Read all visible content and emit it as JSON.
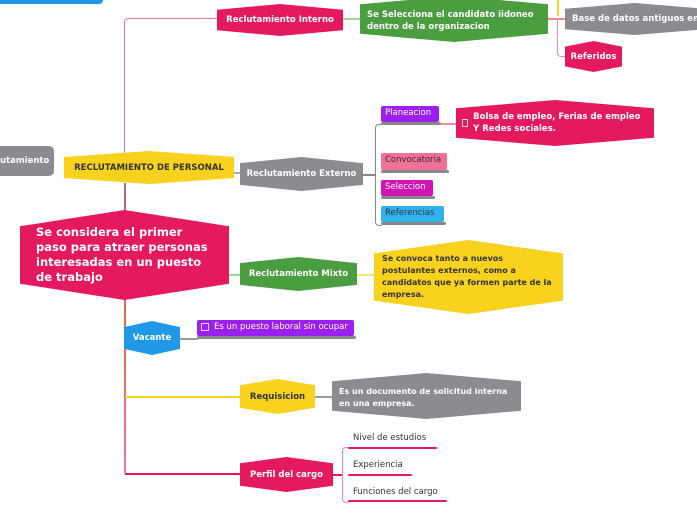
{
  "root": {
    "label": "RECLUTAMIENTO DE PERSONAL"
  },
  "left_partial": {
    "label": "utamiento"
  },
  "definition": {
    "label": "Se considera el primer paso para atraer personas interesadas en un puesto de trabajo"
  },
  "interno": {
    "label": "Reclutamiento Interno",
    "desc": "Se Selecciona el candidato iidoneo dentro de la  organizacion",
    "children": [
      "Base de datos antiguos em",
      "Referidos"
    ]
  },
  "externo": {
    "label": "Reclutamiento Externo",
    "steps": [
      "Planeacion",
      "Convocatoria",
      "Seleccion",
      "Referencias"
    ],
    "planeacion_desc": "Bolsa de empleo, Ferias de empleo Y Redes sociales."
  },
  "mixto": {
    "label": "Reclutamiento Mixto",
    "desc": "Se convoca tanto a nuevos postulantes externos, como a candidatos que ya formen parte de la empresa."
  },
  "vacante": {
    "label": "Vacante",
    "desc": "Es un puesto laboral sin ocupar"
  },
  "requisicion": {
    "label": "Requisicion",
    "desc": "Es un documento de solicitud interna en una empresa."
  },
  "perfil": {
    "label": "Perfil del cargo",
    "items": [
      "Nivel de estudios",
      "Experiencia",
      "Funciones del cargo"
    ]
  },
  "colors": {
    "pink": "#e5195e",
    "green": "#4a9e3f",
    "gray": "#8b8b90",
    "yellow": "#f9d21e",
    "blue": "#1f98e8",
    "purple": "#9b1ff0"
  }
}
